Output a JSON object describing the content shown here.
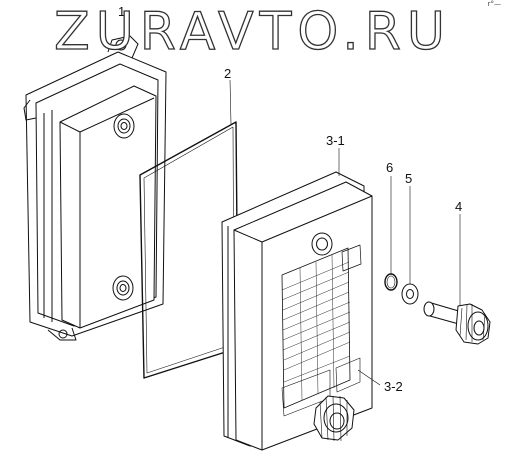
{
  "watermark": "ZURAVTO.RU",
  "corner_mark": "r°—",
  "callouts": {
    "c1": "1",
    "c2": "2",
    "c31": "3-1",
    "c32": "3-2",
    "c4": "4",
    "c5": "5",
    "c6": "6"
  },
  "colors": {
    "line": "#111111",
    "background": "#ffffff"
  }
}
